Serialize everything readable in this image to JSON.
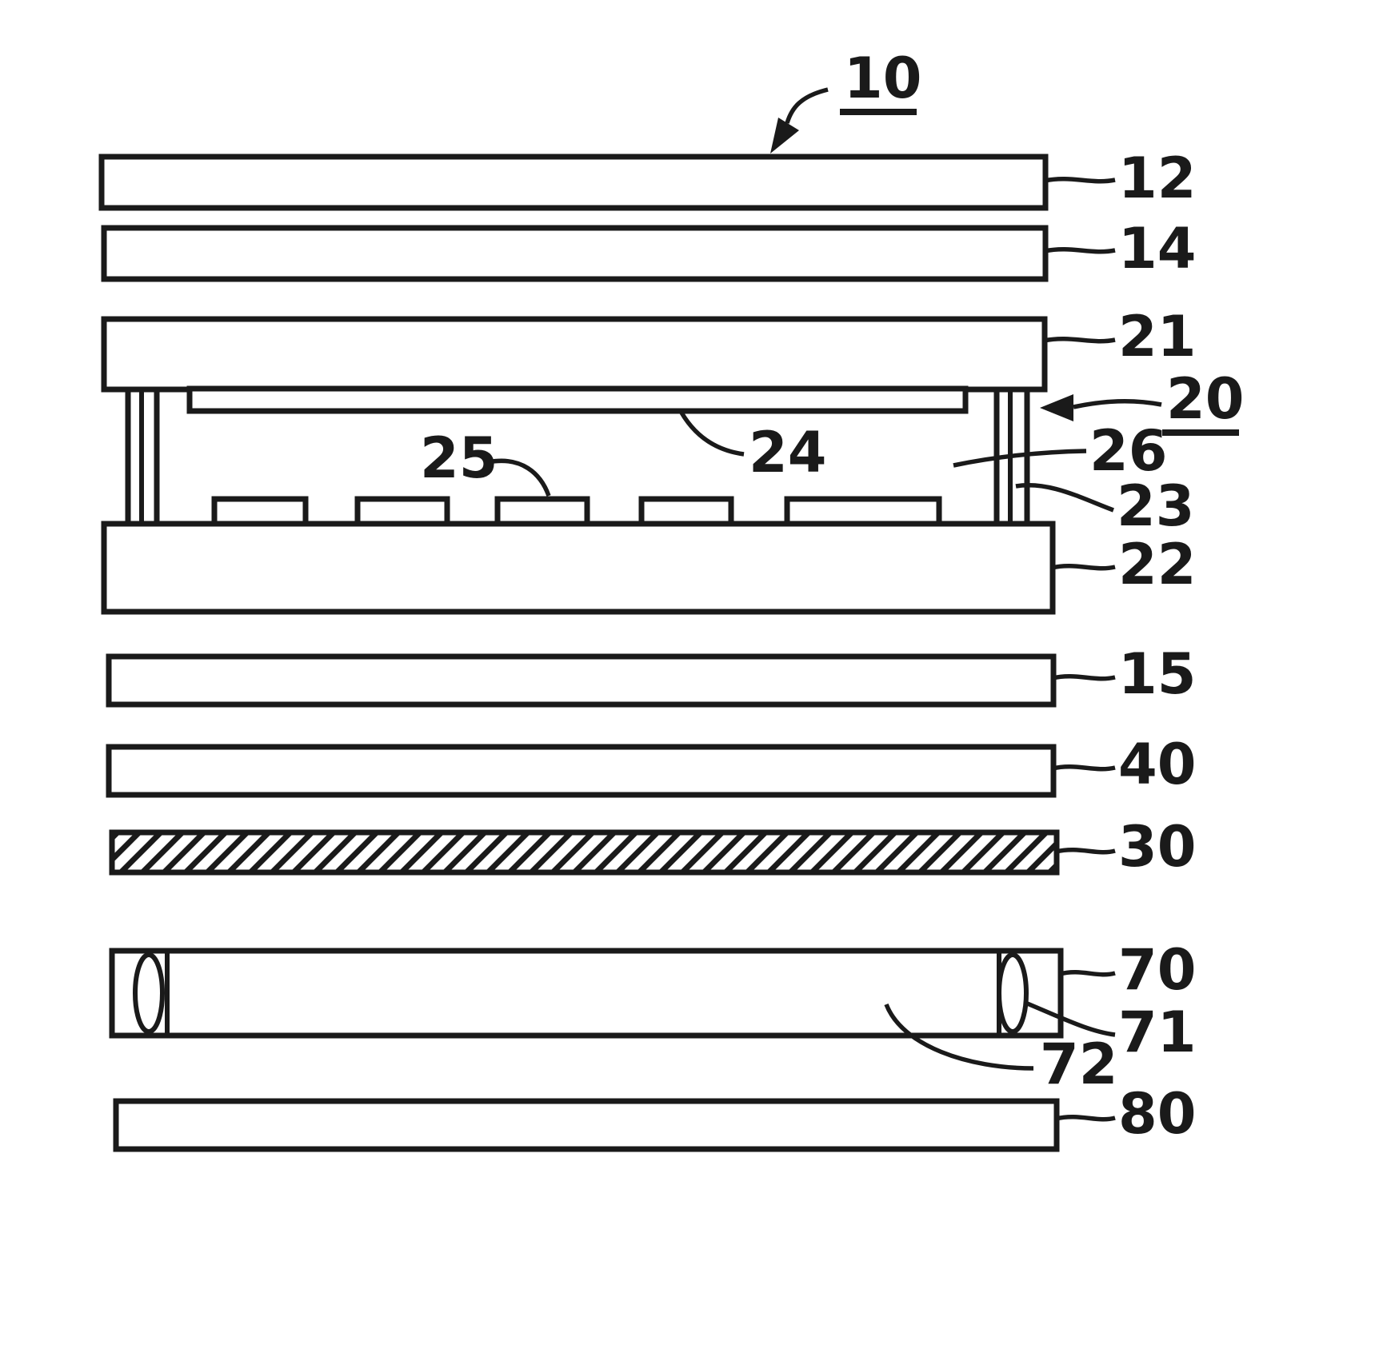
{
  "figure": {
    "background_color": "#ffffff",
    "line_color": "#1a1a1a",
    "labels": {
      "ref10": "10",
      "ref12": "12",
      "ref14": "14",
      "ref20": "20",
      "ref21": "21",
      "ref22": "22",
      "ref23": "23",
      "ref24": "24",
      "ref25": "25",
      "ref26": "26",
      "ref15": "15",
      "ref40": "40",
      "ref30": "30",
      "ref70": "70",
      "ref71": "71",
      "ref72": "72",
      "ref80": "80"
    }
  }
}
